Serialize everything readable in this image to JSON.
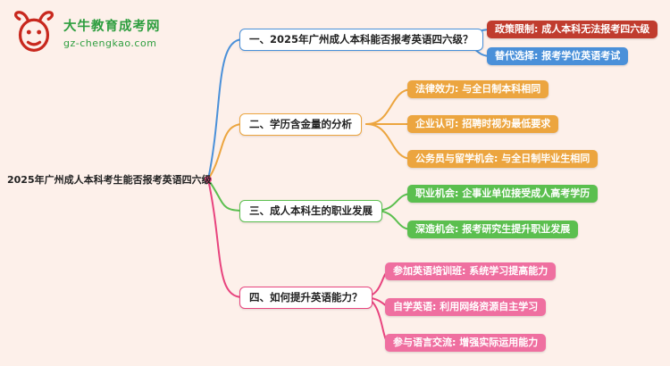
{
  "canvas": {
    "background": "#fdf0ea"
  },
  "logo": {
    "brand": "大牛教育成考网",
    "domain": "gz-chengkao.com",
    "brand_color": "#2e9e3f",
    "icon": "ox-head-icon",
    "icon_color": "#c8281e"
  },
  "root": {
    "title": "2025年广州成人本科考生能否报考英语四六级"
  },
  "branches": [
    {
      "label": "一、2025年广州成人本科能否报考英语四六级？",
      "color": "#4a90d9",
      "children": [
        {
          "label": "政策限制: 成人本科无法报考四六级",
          "color": "#c03c2e"
        },
        {
          "label": "替代选择: 报考学位英语考试",
          "color": "#4a90d9"
        }
      ]
    },
    {
      "label": "二、学历含金量的分析",
      "color": "#eca53f",
      "children": [
        {
          "label": "法律效力: 与全日制本科相同",
          "color": "#eca53f"
        },
        {
          "label": "企业认可: 招聘时视为最低要求",
          "color": "#eca53f"
        },
        {
          "label": "公务员与留学机会: 与全日制毕业生相同",
          "color": "#eca53f"
        }
      ]
    },
    {
      "label": "三、成人本科生的职业发展",
      "color": "#5bbf4f",
      "children": [
        {
          "label": "职业机会: 企事业单位接受成人高考学历",
          "color": "#5bbf4f"
        },
        {
          "label": "深造机会: 报考研究生提升职业发展",
          "color": "#5bbf4f"
        }
      ]
    },
    {
      "label": "四、如何提升英语能力？",
      "color": "#e8447e",
      "children": [
        {
          "label": "参加英语培训班: 系统学习提高能力",
          "color": "#ef6fa0"
        },
        {
          "label": "自学英语: 利用网络资源自主学习",
          "color": "#ef6fa0"
        },
        {
          "label": "参与语言交流: 增强实际运用能力",
          "color": "#ef6fa0"
        }
      ]
    }
  ]
}
